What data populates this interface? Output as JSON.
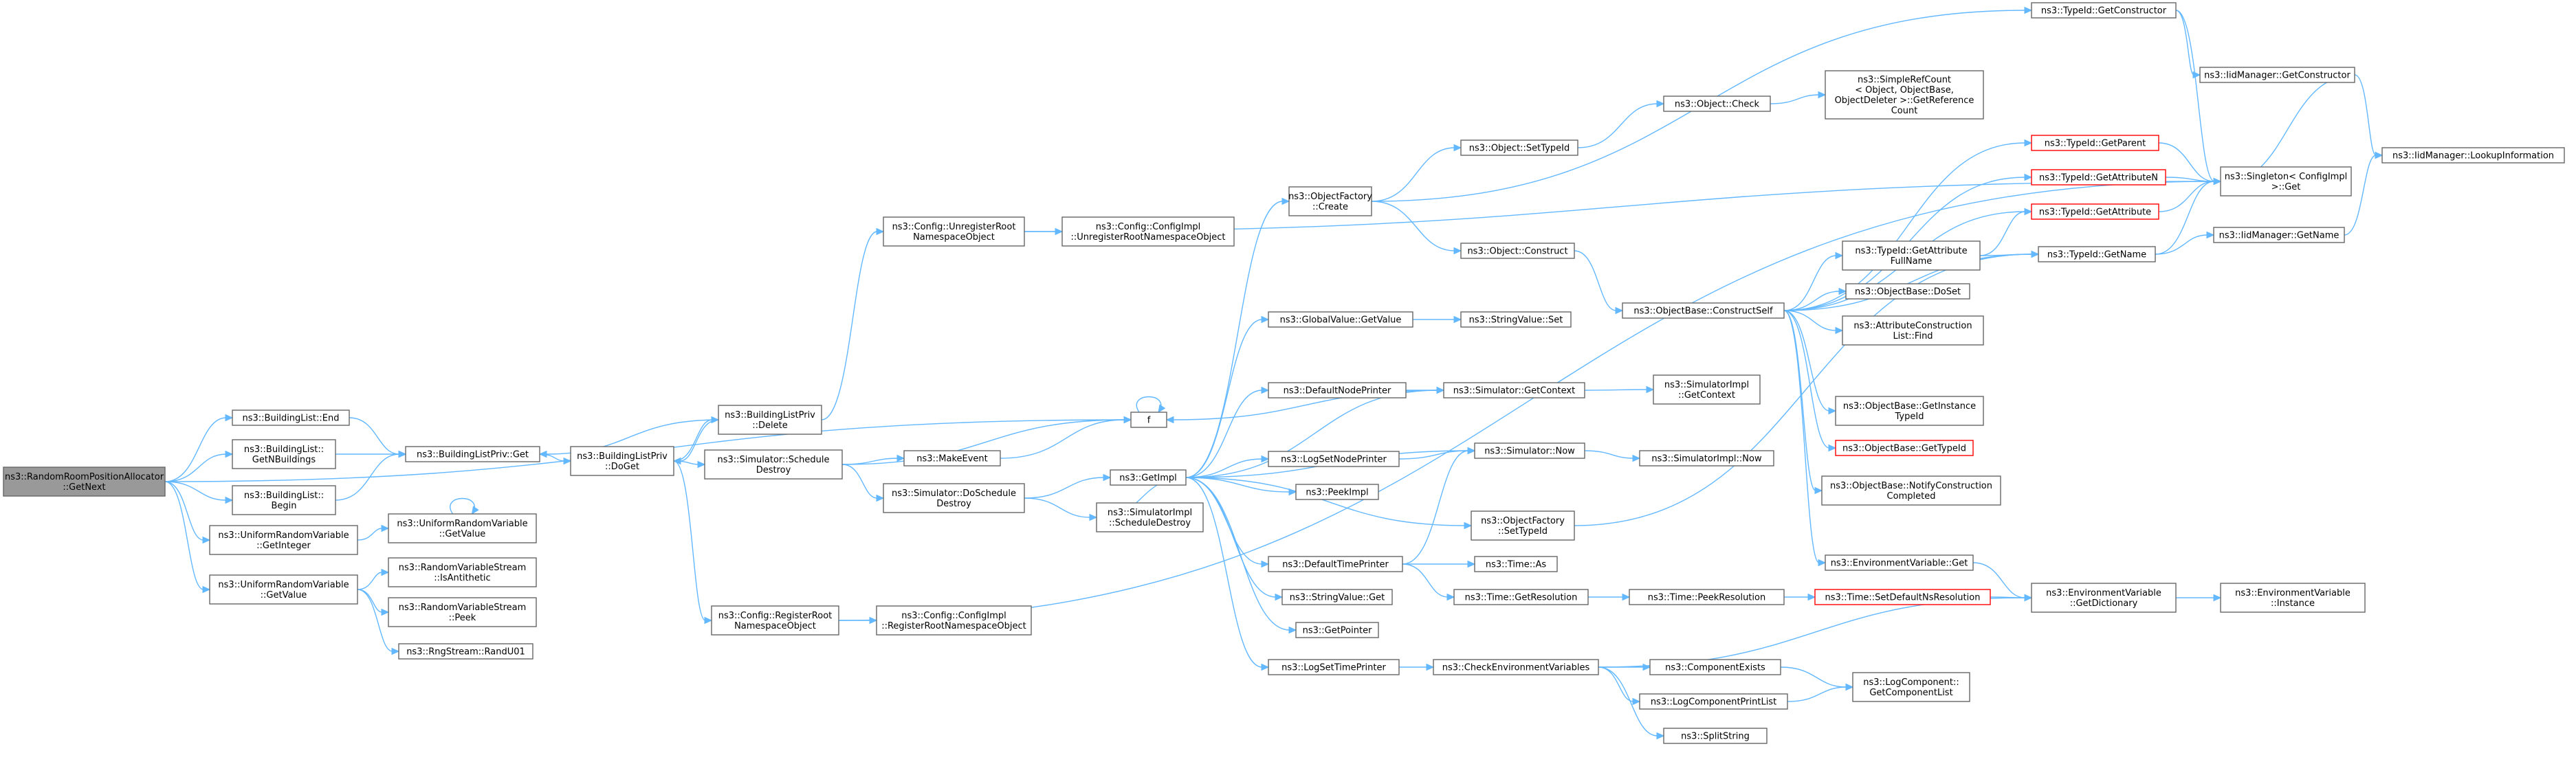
{
  "colors": {
    "edge": "#63b8ff",
    "node_border": "#666666",
    "root_fill": "#999999",
    "red_border": "#ff0000"
  },
  "nodes": [
    {
      "id": "root",
      "lines": [
        "ns3::RandomRoomPositionAllocator",
        "::GetNext"
      ],
      "style": "root"
    },
    {
      "id": "bl_end",
      "lines": [
        "ns3::BuildingList::End"
      ]
    },
    {
      "id": "bl_getn",
      "lines": [
        "ns3::BuildingList::",
        "GetNBuildings"
      ]
    },
    {
      "id": "bl_begin",
      "lines": [
        "ns3::BuildingList::",
        "Begin"
      ]
    },
    {
      "id": "urv_int",
      "lines": [
        "ns3::UniformRandomVariable",
        "::GetInteger"
      ]
    },
    {
      "id": "urv_val",
      "lines": [
        "ns3::UniformRandomVariable",
        "::GetValue"
      ]
    },
    {
      "id": "blp_get",
      "lines": [
        "ns3::BuildingListPriv::Get"
      ]
    },
    {
      "id": "urv_gv2",
      "lines": [
        "ns3::UniformRandomVariable",
        "::GetValue"
      ]
    },
    {
      "id": "rvs_anti",
      "lines": [
        "ns3::RandomVariableStream",
        "::IsAntithetic"
      ]
    },
    {
      "id": "rvs_peek",
      "lines": [
        "ns3::RandomVariableStream",
        "::Peek"
      ]
    },
    {
      "id": "rng_rand",
      "lines": [
        "ns3::RngStream::RandU01"
      ]
    },
    {
      "id": "blp_doget",
      "lines": [
        "ns3::BuildingListPriv",
        "::DoGet"
      ]
    },
    {
      "id": "blp_del",
      "lines": [
        "ns3::BuildingListPriv",
        "::Delete"
      ]
    },
    {
      "id": "sim_sched",
      "lines": [
        "ns3::Simulator::Schedule",
        "Destroy"
      ]
    },
    {
      "id": "cfg_unreg",
      "lines": [
        "ns3::Config::UnregisterRoot",
        "NamespaceObject"
      ]
    },
    {
      "id": "cfg_reg",
      "lines": [
        "ns3::Config::RegisterRoot",
        "NamespaceObject"
      ]
    },
    {
      "id": "cfgi_unreg",
      "lines": [
        "ns3::Config::ConfigImpl",
        "::UnregisterRootNamespaceObject"
      ]
    },
    {
      "id": "cfgi_reg",
      "lines": [
        "ns3::Config::ConfigImpl",
        "::RegisterRootNamespaceObject"
      ]
    },
    {
      "id": "make_event",
      "lines": [
        "ns3::MakeEvent"
      ]
    },
    {
      "id": "sim_dosched",
      "lines": [
        "ns3::Simulator::DoSchedule",
        "Destroy"
      ]
    },
    {
      "id": "f",
      "lines": [
        "f"
      ]
    },
    {
      "id": "getimpl",
      "lines": [
        "ns3::GetImpl"
      ]
    },
    {
      "id": "simimpl_sched",
      "lines": [
        "ns3::SimulatorImpl",
        "::ScheduleDestroy"
      ]
    },
    {
      "id": "of_create",
      "lines": [
        "ns3::ObjectFactory",
        "::Create"
      ]
    },
    {
      "id": "gv_getvalue",
      "lines": [
        "ns3::GlobalValue::GetValue"
      ]
    },
    {
      "id": "def_node_printer",
      "lines": [
        "ns3::DefaultNodePrinter"
      ]
    },
    {
      "id": "log_set_node_printer",
      "lines": [
        "ns3::LogSetNodePrinter"
      ]
    },
    {
      "id": "peekimpl",
      "lines": [
        "ns3::PeekImpl"
      ]
    },
    {
      "id": "def_time_printer",
      "lines": [
        "ns3::DefaultTimePrinter"
      ]
    },
    {
      "id": "sv_get",
      "lines": [
        "ns3::StringValue::Get"
      ]
    },
    {
      "id": "getpointer",
      "lines": [
        "ns3::GetPointer"
      ]
    },
    {
      "id": "log_set_time_printer",
      "lines": [
        "ns3::LogSetTimePrinter"
      ]
    },
    {
      "id": "tid_getctor",
      "lines": [
        "ns3::TypeId::GetConstructor"
      ]
    },
    {
      "id": "obj_settypeid",
      "lines": [
        "ns3::Object::SetTypeId"
      ]
    },
    {
      "id": "obj_construct",
      "lines": [
        "ns3::Object::Construct"
      ]
    },
    {
      "id": "sv_set",
      "lines": [
        "ns3::StringValue::Set"
      ]
    },
    {
      "id": "sim_getctx",
      "lines": [
        "ns3::Simulator::GetContext"
      ]
    },
    {
      "id": "sim_now",
      "lines": [
        "ns3::Simulator::Now"
      ]
    },
    {
      "id": "of_settypeid",
      "lines": [
        "ns3::ObjectFactory",
        "::SetTypeId"
      ]
    },
    {
      "id": "time_as",
      "lines": [
        "ns3::Time::As"
      ]
    },
    {
      "id": "time_getres",
      "lines": [
        "ns3::Time::GetResolution"
      ]
    },
    {
      "id": "check_env",
      "lines": [
        "ns3::CheckEnvironmentVariables"
      ]
    },
    {
      "id": "obj_check",
      "lines": [
        "ns3::Object::Check"
      ]
    },
    {
      "id": "simimpl_getctx",
      "lines": [
        "ns3::SimulatorImpl",
        "::GetContext"
      ]
    },
    {
      "id": "simimpl_now",
      "lines": [
        "ns3::SimulatorImpl::Now"
      ]
    },
    {
      "id": "ob_constructself",
      "lines": [
        "ns3::ObjectBase::ConstructSelf"
      ]
    },
    {
      "id": "time_peekres",
      "lines": [
        "ns3::Time::PeekResolution"
      ]
    },
    {
      "id": "comp_exists",
      "lines": [
        "ns3::ComponentExists"
      ]
    },
    {
      "id": "log_comp_print",
      "lines": [
        "ns3::LogComponentPrintList"
      ]
    },
    {
      "id": "split_string",
      "lines": [
        "ns3::SplitString"
      ]
    },
    {
      "id": "srefcount",
      "lines": [
        "ns3::SimpleRefCount",
        "< Object, ObjectBase,",
        "ObjectDeleter >::GetReference",
        "Count"
      ]
    },
    {
      "id": "tid_getattrfull",
      "lines": [
        "ns3::TypeId::GetAttribute",
        "FullName"
      ]
    },
    {
      "id": "ob_doset",
      "lines": [
        "ns3::ObjectBase::DoSet"
      ]
    },
    {
      "id": "acl_find",
      "lines": [
        "ns3::AttributeConstruction",
        "List::Find"
      ]
    },
    {
      "id": "ob_getinst",
      "lines": [
        "ns3::ObjectBase::GetInstance",
        "TypeId"
      ]
    },
    {
      "id": "ob_gettypeid",
      "lines": [
        "ns3::ObjectBase::GetTypeId"
      ],
      "style": "red"
    },
    {
      "id": "ob_notify",
      "lines": [
        "ns3::ObjectBase::NotifyConstruction",
        "Completed"
      ]
    },
    {
      "id": "env_get",
      "lines": [
        "ns3::EnvironmentVariable::Get"
      ]
    },
    {
      "id": "time_setdef",
      "lines": [
        "ns3::Time::SetDefaultNsResolution"
      ],
      "style": "red"
    },
    {
      "id": "logcomp_getlist",
      "lines": [
        "ns3::LogComponent::",
        "GetComponentList"
      ]
    },
    {
      "id": "tid_getparent",
      "lines": [
        "ns3::TypeId::GetParent"
      ],
      "style": "red"
    },
    {
      "id": "tid_getattrn",
      "lines": [
        "ns3::TypeId::GetAttributeN"
      ],
      "style": "red"
    },
    {
      "id": "tid_getattr",
      "lines": [
        "ns3::TypeId::GetAttribute"
      ],
      "style": "red"
    },
    {
      "id": "tid_getname",
      "lines": [
        "ns3::TypeId::GetName"
      ]
    },
    {
      "id": "env_getdict",
      "lines": [
        "ns3::EnvironmentVariable",
        "::GetDictionary"
      ]
    },
    {
      "id": "iidm_getctor",
      "lines": [
        "ns3::IidManager::GetConstructor"
      ]
    },
    {
      "id": "singleton_get",
      "lines": [
        "ns3::Singleton< ConfigImpl",
        ">::Get"
      ]
    },
    {
      "id": "iidm_getname",
      "lines": [
        "ns3::IidManager::GetName"
      ]
    },
    {
      "id": "env_instance",
      "lines": [
        "ns3::EnvironmentVariable",
        "::Instance"
      ]
    },
    {
      "id": "iidm_lookup",
      "lines": [
        "ns3::IidManager::LookupInformation"
      ]
    }
  ],
  "edges": [
    [
      "root",
      "bl_end"
    ],
    [
      "root",
      "bl_getn"
    ],
    [
      "root",
      "bl_begin"
    ],
    [
      "root",
      "urv_int"
    ],
    [
      "root",
      "urv_val"
    ],
    [
      "root",
      "f"
    ],
    [
      "bl_end",
      "blp_get"
    ],
    [
      "bl_getn",
      "blp_get"
    ],
    [
      "bl_begin",
      "blp_get"
    ],
    [
      "urv_int",
      "urv_gv2"
    ],
    [
      "urv_gv2",
      "urv_gv2"
    ],
    [
      "urv_val",
      "rvs_anti"
    ],
    [
      "urv_val",
      "rvs_peek"
    ],
    [
      "urv_val",
      "rng_rand"
    ],
    [
      "blp_get",
      "blp_doget"
    ],
    [
      "blp_doget",
      "blp_del"
    ],
    [
      "blp_doget",
      "sim_sched"
    ],
    [
      "blp_doget",
      "cfg_reg"
    ],
    [
      "blp_del",
      "blp_get"
    ],
    [
      "blp_del",
      "blp_doget"
    ],
    [
      "blp_del",
      "cfg_unreg"
    ],
    [
      "sim_sched",
      "f"
    ],
    [
      "sim_sched",
      "make_event"
    ],
    [
      "sim_sched",
      "sim_dosched"
    ],
    [
      "make_event",
      "f"
    ],
    [
      "f",
      "f"
    ],
    [
      "cfg_unreg",
      "cfgi_unreg"
    ],
    [
      "cfg_unreg",
      "singleton_get"
    ],
    [
      "cfg_reg",
      "cfgi_reg"
    ],
    [
      "cfg_reg",
      "singleton_get"
    ],
    [
      "sim_dosched",
      "getimpl"
    ],
    [
      "sim_dosched",
      "simimpl_sched"
    ],
    [
      "getimpl",
      "of_create"
    ],
    [
      "getimpl",
      "gv_getvalue"
    ],
    [
      "getimpl",
      "def_node_printer"
    ],
    [
      "getimpl",
      "log_set_node_printer"
    ],
    [
      "getimpl",
      "peekimpl"
    ],
    [
      "getimpl",
      "def_time_printer"
    ],
    [
      "getimpl",
      "sv_get"
    ],
    [
      "getimpl",
      "getpointer"
    ],
    [
      "getimpl",
      "log_set_time_printer"
    ],
    [
      "getimpl",
      "of_settypeid"
    ],
    [
      "getimpl",
      "sim_now"
    ],
    [
      "getimpl",
      "simimpl_sched"
    ],
    [
      "getimpl",
      "sim_getctx"
    ],
    [
      "of_create",
      "tid_getctor"
    ],
    [
      "of_create",
      "obj_settypeid"
    ],
    [
      "of_create",
      "obj_construct"
    ],
    [
      "gv_getvalue",
      "sv_set"
    ],
    [
      "def_node_printer",
      "sim_getctx"
    ],
    [
      "sim_getctx",
      "simimpl_getctx"
    ],
    [
      "sim_getctx",
      "f"
    ],
    [
      "sim_now",
      "simimpl_now"
    ],
    [
      "log_set_node_printer",
      "sim_now"
    ],
    [
      "def_time_printer",
      "sim_now"
    ],
    [
      "def_time_printer",
      "time_as"
    ],
    [
      "def_time_printer",
      "time_getres"
    ],
    [
      "time_getres",
      "time_peekres"
    ],
    [
      "time_peekres",
      "time_setdef"
    ],
    [
      "time_setdef",
      "env_getdict"
    ],
    [
      "log_set_time_printer",
      "check_env"
    ],
    [
      "check_env",
      "comp_exists"
    ],
    [
      "check_env",
      "log_comp_print"
    ],
    [
      "check_env",
      "split_string"
    ],
    [
      "check_env",
      "env_getdict"
    ],
    [
      "comp_exists",
      "logcomp_getlist"
    ],
    [
      "log_comp_print",
      "logcomp_getlist"
    ],
    [
      "of_settypeid",
      "tid_getname"
    ],
    [
      "obj_settypeid",
      "obj_check"
    ],
    [
      "obj_check",
      "srefcount"
    ],
    [
      "obj_construct",
      "ob_constructself"
    ],
    [
      "ob_constructself",
      "tid_getattrfull"
    ],
    [
      "ob_constructself",
      "ob_doset"
    ],
    [
      "ob_constructself",
      "acl_find"
    ],
    [
      "ob_constructself",
      "ob_getinst"
    ],
    [
      "ob_constructself",
      "ob_gettypeid"
    ],
    [
      "ob_constructself",
      "ob_notify"
    ],
    [
      "ob_constructself",
      "tid_getparent"
    ],
    [
      "ob_constructself",
      "tid_getattrn"
    ],
    [
      "ob_constructself",
      "tid_getattr"
    ],
    [
      "ob_constructself",
      "tid_getname"
    ],
    [
      "ob_constructself",
      "env_get"
    ],
    [
      "tid_getattrfull",
      "tid_getattr"
    ],
    [
      "tid_getattrfull",
      "tid_getname"
    ],
    [
      "env_get",
      "env_getdict"
    ],
    [
      "env_getdict",
      "env_instance"
    ],
    [
      "tid_getctor",
      "iidm_getctor"
    ],
    [
      "tid_getctor",
      "singleton_get"
    ],
    [
      "tid_getparent",
      "singleton_get"
    ],
    [
      "tid_getattrn",
      "singleton_get"
    ],
    [
      "tid_getattr",
      "singleton_get"
    ],
    [
      "tid_getname",
      "singleton_get"
    ],
    [
      "tid_getname",
      "iidm_getname"
    ],
    [
      "iidm_getctor",
      "iidm_lookup"
    ],
    [
      "iidm_getname",
      "iidm_lookup"
    ],
    [
      "iidm_getctor",
      "singleton_get"
    ]
  ]
}
